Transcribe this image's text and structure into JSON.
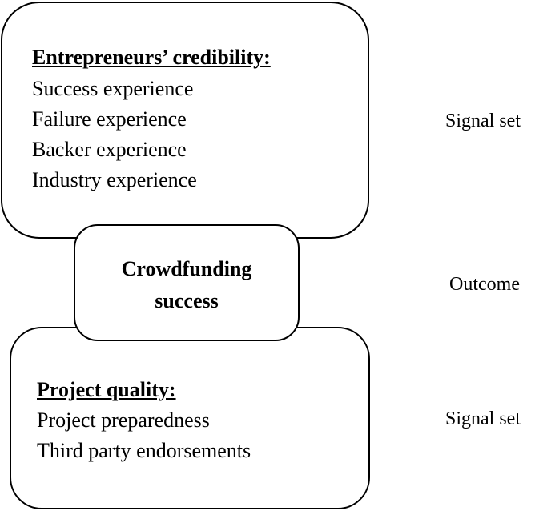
{
  "top_box": {
    "heading": "Entrepreneurs’ credibility:",
    "items": [
      "Success experience",
      "Failure experience",
      "Backer experience",
      "Industry experience"
    ]
  },
  "middle_box": {
    "line1": "Crowdfunding",
    "line2": "success"
  },
  "bottom_box": {
    "heading": "Project quality:",
    "items": [
      "Project preparedness",
      "Third party endorsements"
    ]
  },
  "labels": {
    "top": "Signal set",
    "middle": "Outcome",
    "bottom": "Signal set"
  }
}
